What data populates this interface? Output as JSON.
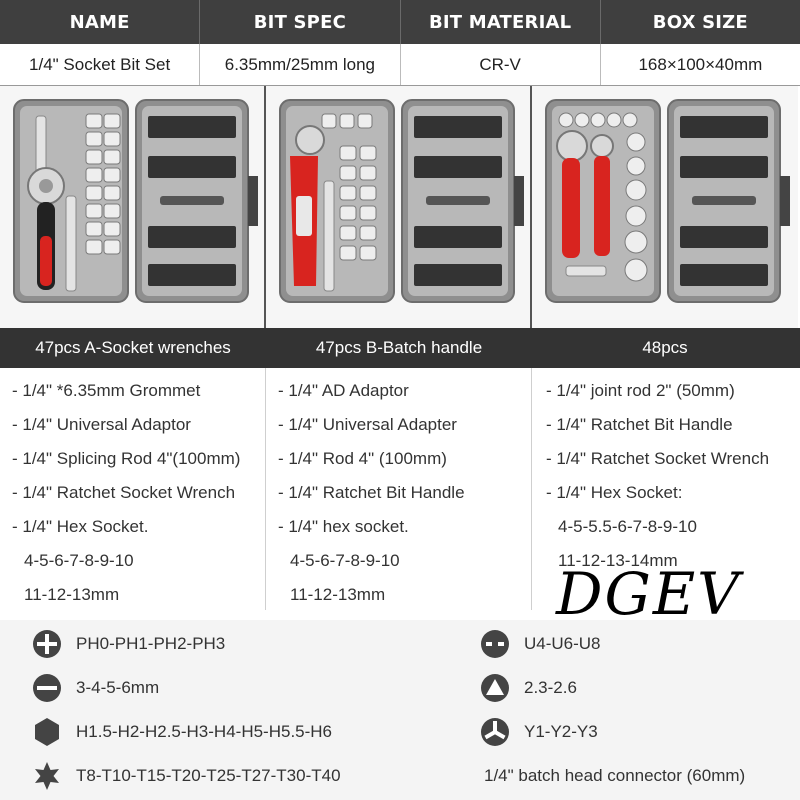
{
  "spec_table": {
    "headers": [
      "NAME",
      "BIT SPEC",
      "BIT MATERIAL",
      "BOX SIZE"
    ],
    "values": [
      "1/4\" Socket Bit Set",
      "6.35mm/25mm long",
      "CR-V",
      "168×100×40mm"
    ]
  },
  "sets": [
    {
      "title": "47pcs A-Socket wrenches",
      "items": [
        "- 1/4\" *6.35mm Grommet",
        "- 1/4\" Universal Adaptor",
        "- 1/4\" Splicing Rod 4\"(100mm)",
        "- 1/4\" Ratchet Socket Wrench",
        "- 1/4\" Hex Socket.",
        "4-5-6-7-8-9-10",
        "11-12-13mm"
      ]
    },
    {
      "title": "47pcs B-Batch handle",
      "items": [
        "- 1/4\" AD Adaptor",
        "- 1/4\" Universal Adapter",
        "- 1/4\" Rod 4\" (100mm)",
        "- 1/4\" Ratchet Bit Handle",
        "- 1/4\" hex socket.",
        "4-5-6-7-8-9-10",
        "11-12-13mm"
      ]
    },
    {
      "title": "48pcs",
      "items": [
        "- 1/4\" joint rod 2\" (50mm)",
        "- 1/4\" Ratchet Bit Handle",
        "- 1/4\" Ratchet Socket Wrench",
        "- 1/4\" Hex Socket:",
        "4-5-5.5-6-7-8-9-10",
        "11-12-13-14mm"
      ]
    }
  ],
  "brand": "DGEV",
  "bit_legend": [
    {
      "icon": "phillips-icon",
      "text": "PH0-PH1-PH2-PH3"
    },
    {
      "icon": "slotted-icon",
      "text": "3-4-5-6mm"
    },
    {
      "icon": "hex-icon",
      "text": "H1.5-H2-H2.5-H3-H4-H5-H5.5-H6"
    },
    {
      "icon": "torx-icon",
      "text": "T8-T10-T15-T20-T25-T27-T30-T40"
    },
    {
      "icon": "u-bit-icon",
      "text": "U4-U6-U8"
    },
    {
      "icon": "triangle-icon",
      "text": "2.3-2.6"
    },
    {
      "icon": "tri-wing-icon",
      "text": "Y1-Y2-Y3"
    },
    {
      "icon": "",
      "text": "1/4\" batch head connector (60mm)"
    }
  ],
  "colors": {
    "header_bg": "#3f3f3f",
    "band_bg": "#333333",
    "handle_red": "#d8241f",
    "case_gray": "#8a8a8a"
  }
}
